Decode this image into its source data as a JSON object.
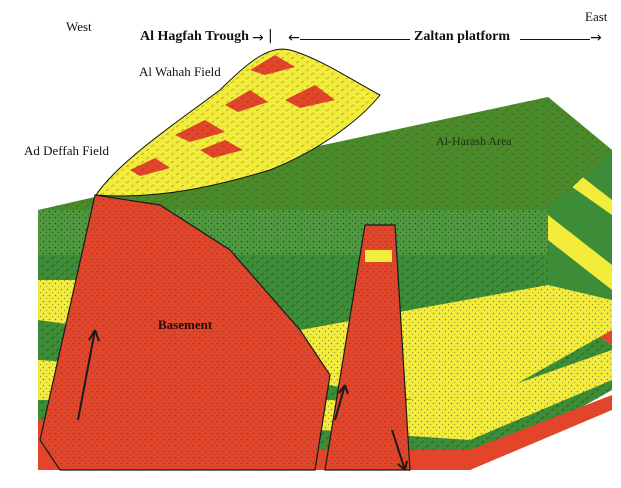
{
  "labels": {
    "west": "West",
    "east": "East",
    "trough": "Al Hagfah Trough",
    "zaltan": "Zaltan platform",
    "wahah": "Al Wahah Field",
    "deffah": "Ad Deffah Field",
    "harash": "Al-Harash Area",
    "basement": "Basement"
  },
  "colors": {
    "green_surface": "#4a8a2a",
    "green_layer": "#3f8f3a",
    "yellow_layer": "#f3ec3a",
    "red_basement": "#e2452a",
    "dark_outline": "#1a1a1a"
  }
}
